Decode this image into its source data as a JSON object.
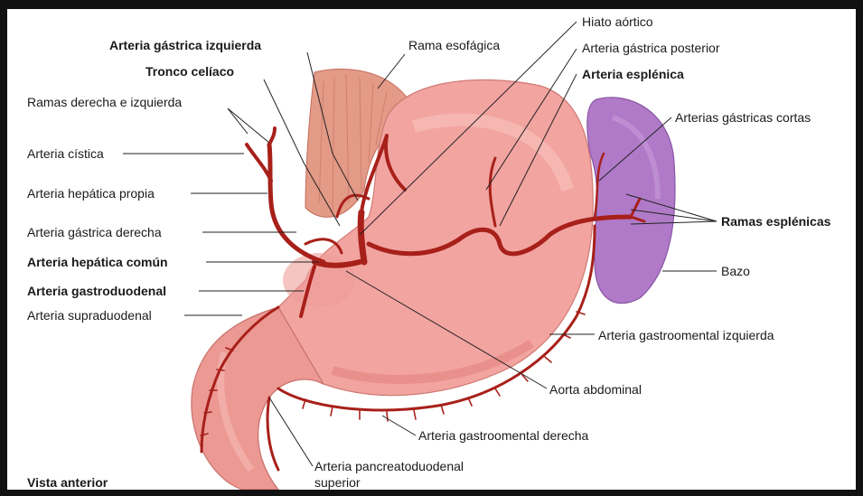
{
  "labels": {
    "arteria_gastrica_izquierda": "Arteria gástrica izquierda",
    "tronco_celiaco": "Tronco celíaco",
    "ramas_derecha_izquierda": "Ramas derecha e izquierda",
    "arteria_cistica": "Arteria cística",
    "arteria_hepatica_propia": "Arteria hepática propia",
    "arteria_gastrica_derecha": "Arteria gástrica derecha",
    "arteria_hepatica_comun": "Arteria hepática común",
    "arteria_gastroduodenal": "Arteria gastroduodenal",
    "arteria_supraduodenal": "Arteria supraduodenal",
    "vista_anterior": "Vista anterior",
    "rama_esofagica": "Rama esofágica",
    "hiato_aortico": "Hiato aórtico",
    "arteria_gastrica_posterior": "Arteria gástrica posterior",
    "arteria_esplenica": "Arteria esplénica",
    "arterias_gastricas_cortas": "Arterias gástricas cortas",
    "ramas_esplenicas": "Ramas esplénicas",
    "bazo": "Bazo",
    "arteria_gastroomental_izquierda": "Arteria gastroomental izquierda",
    "aorta_abdominal": "Aorta abdominal",
    "arteria_gastroomental_derecha": "Arteria gastroomental derecha",
    "arteria_pancreatoduodenal_superior_1": "Arteria pancreatoduodenal",
    "arteria_pancreatoduodenal_superior_2": "superior"
  },
  "colors": {
    "stomach": "#f2a4a0",
    "stomach_shade": "#e07c78",
    "artery": "#a8201a",
    "spleen": "#b07ac8",
    "esophagus": "#e8a08c",
    "background": "#ffffff",
    "frame": "#111111"
  }
}
